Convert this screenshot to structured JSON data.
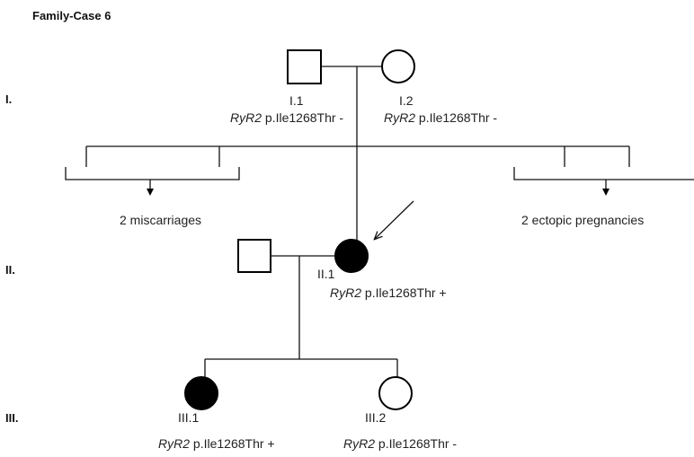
{
  "title": "Family-Case 6",
  "generations": [
    "I.",
    "II.",
    "III."
  ],
  "gene": "RyR2",
  "colors": {
    "affected": "#000000",
    "unaffected": "#ffffff",
    "line": "#111111"
  },
  "individuals": {
    "I1": {
      "id": "I.1",
      "sex": "male",
      "affected": false,
      "variant": " p.Ile1268Thr -"
    },
    "I2": {
      "id": "I.2",
      "sex": "female",
      "affected": false,
      "variant": " p.Ile1268Thr -"
    },
    "II_spouse": {
      "sex": "male",
      "affected": false
    },
    "II1": {
      "id": "II.1",
      "sex": "female",
      "affected": true,
      "proband": true,
      "variant": " p.Ile1268Thr +"
    },
    "III1": {
      "id": "III.1",
      "sex": "female",
      "affected": true,
      "variant": " p.Ile1268Thr +"
    },
    "III2": {
      "id": "III.2",
      "sex": "female",
      "affected": false,
      "variant": " p.Ile1268Thr -"
    }
  },
  "events": {
    "miscarriages": "2 miscarriages",
    "ectopic": "2 ectopic pregnancies"
  }
}
